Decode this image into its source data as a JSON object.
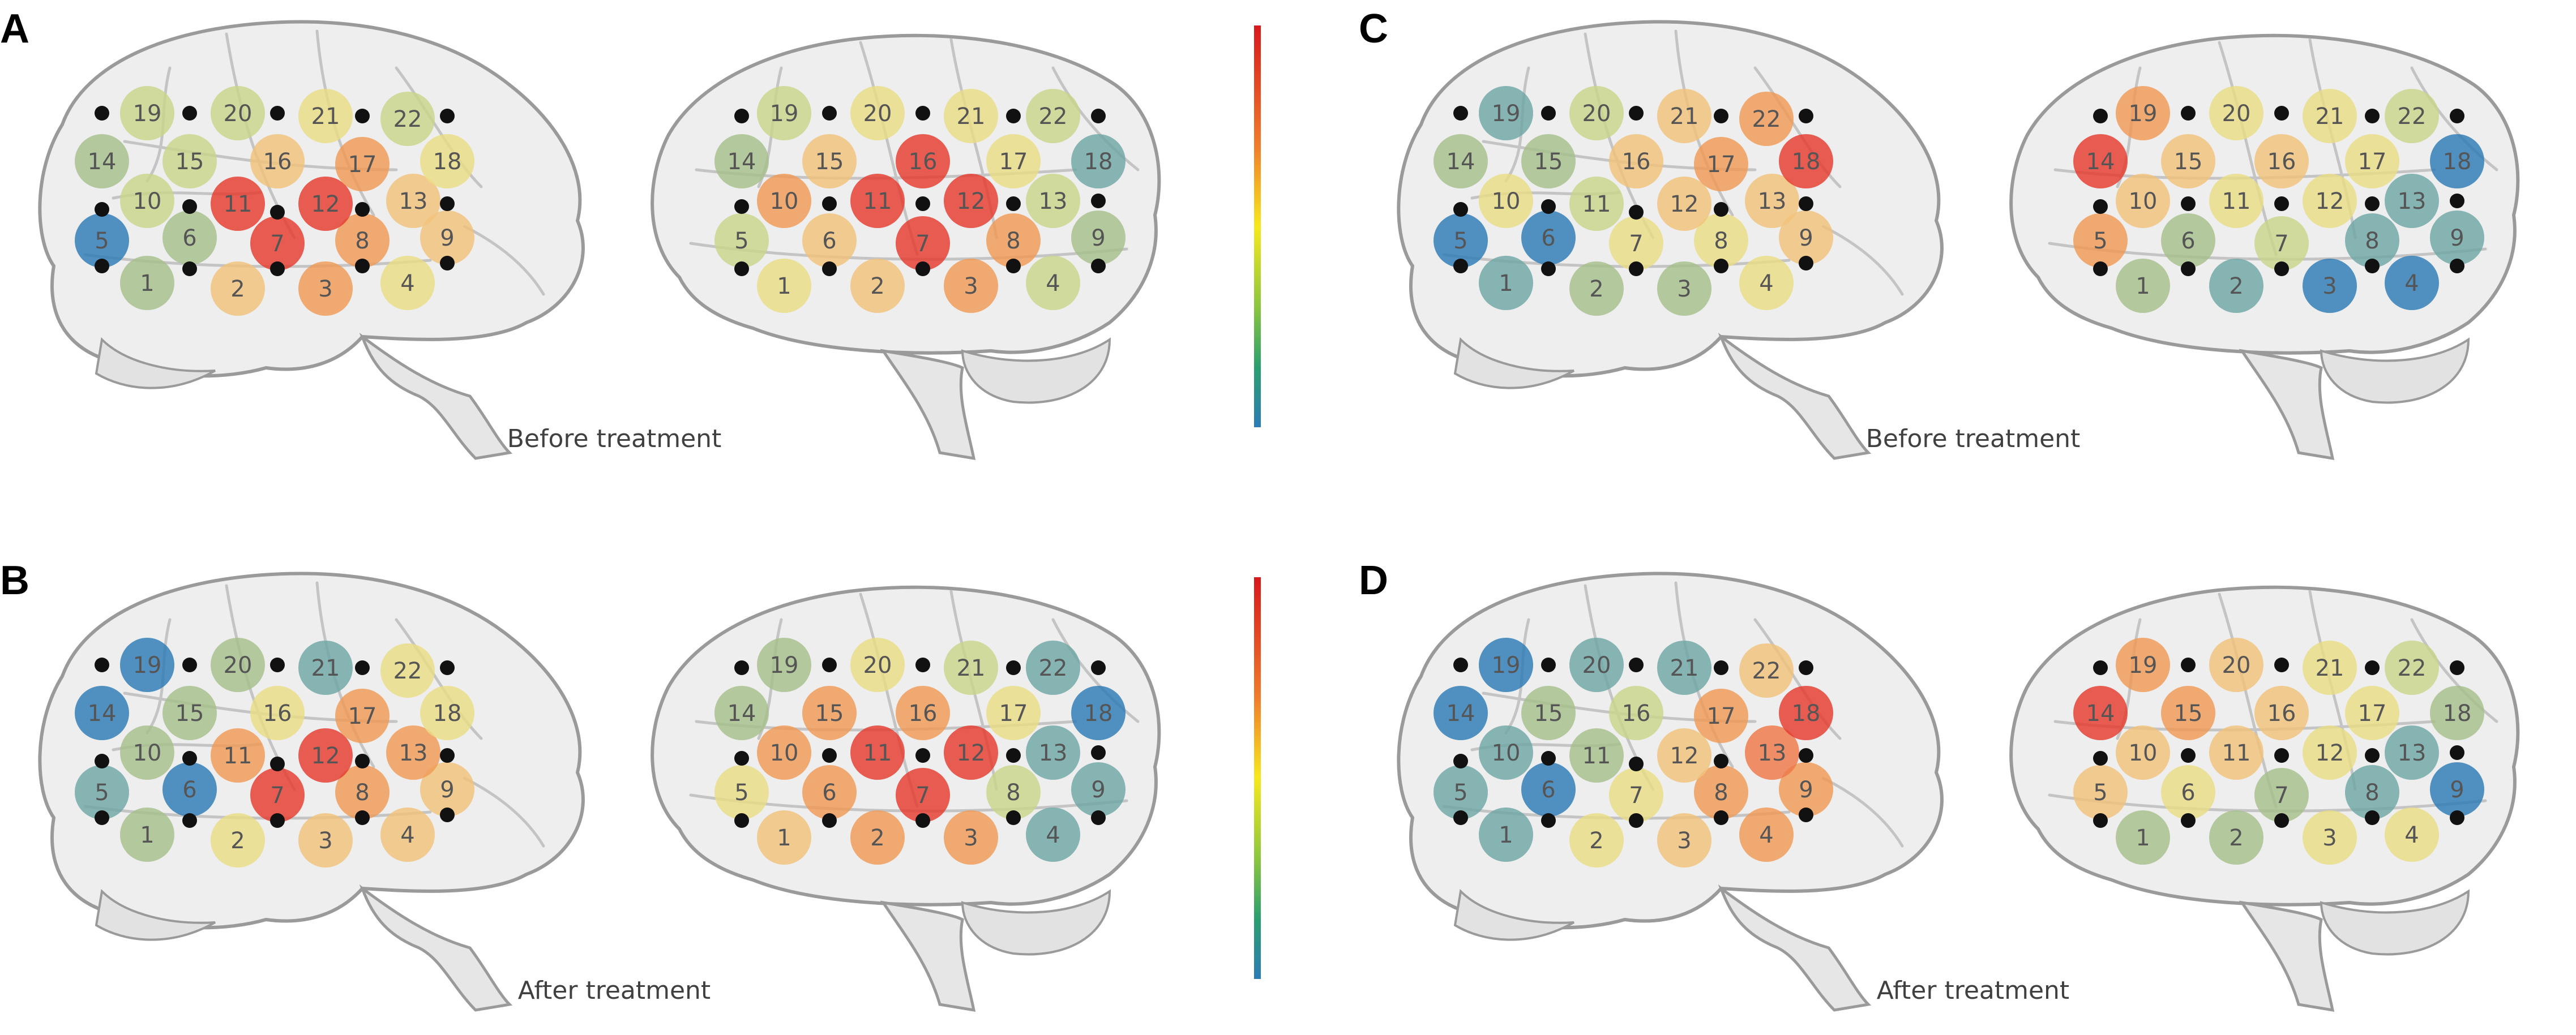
{
  "colors": {
    "blue": "#2c7bb6",
    "teal": "#6fa7a6",
    "green": "#a7c08c",
    "ygreen": "#c9d68a",
    "yellow": "#eadd85",
    "lorange": "#f2c27a",
    "orange": "#f09a55",
    "dorange": "#ee7848",
    "red": "#e53a2e",
    "electrode": "#111111",
    "brain_fill": "#eeeeee",
    "brain_stroke": "#9a9a9a",
    "colorbar": [
      "#d7191c",
      "#f07c2c",
      "#f7e81e",
      "#8cc63f",
      "#2b9f6e",
      "#2c7bb6"
    ]
  },
  "panels": [
    {
      "id": "A",
      "letter": "A",
      "caption": "Before treatment",
      "left": {
        "19": "ygreen",
        "20": "ygreen",
        "21": "yellow",
        "22": "ygreen",
        "14": "green",
        "15": "ygreen",
        "16": "lorange",
        "17": "orange",
        "18": "yellow",
        "10": "ygreen",
        "11": "red",
        "12": "red",
        "13": "lorange",
        "5": "blue",
        "6": "green",
        "7": "red",
        "8": "orange",
        "9": "lorange",
        "1": "green",
        "2": "lorange",
        "3": "orange",
        "4": "yellow"
      },
      "right": {
        "19": "ygreen",
        "20": "yellow",
        "21": "yellow",
        "22": "ygreen",
        "14": "green",
        "15": "lorange",
        "16": "red",
        "17": "yellow",
        "18": "teal",
        "10": "orange",
        "11": "red",
        "12": "red",
        "13": "ygreen",
        "5": "ygreen",
        "6": "lorange",
        "7": "red",
        "8": "orange",
        "9": "green",
        "1": "yellow",
        "2": "lorange",
        "3": "orange",
        "4": "ygreen"
      }
    },
    {
      "id": "B",
      "letter": "B",
      "caption": "After treatment",
      "left": {
        "19": "blue",
        "20": "green",
        "21": "teal",
        "22": "yellow",
        "14": "blue",
        "15": "green",
        "16": "yellow",
        "17": "orange",
        "18": "yellow",
        "10": "green",
        "11": "orange",
        "12": "red",
        "13": "orange",
        "5": "teal",
        "6": "blue",
        "7": "red",
        "8": "orange",
        "9": "lorange",
        "1": "green",
        "2": "yellow",
        "3": "lorange",
        "4": "lorange"
      },
      "right": {
        "19": "green",
        "20": "yellow",
        "21": "ygreen",
        "22": "teal",
        "14": "green",
        "15": "orange",
        "16": "orange",
        "17": "yellow",
        "18": "blue",
        "10": "orange",
        "11": "red",
        "12": "red",
        "13": "teal",
        "5": "yellow",
        "6": "orange",
        "7": "red",
        "8": "ygreen",
        "9": "teal",
        "1": "lorange",
        "2": "orange",
        "3": "orange",
        "4": "teal"
      }
    },
    {
      "id": "C",
      "letter": "C",
      "caption": "Before treatment",
      "left": {
        "19": "teal",
        "20": "ygreen",
        "21": "lorange",
        "22": "orange",
        "14": "green",
        "15": "green",
        "16": "lorange",
        "17": "orange",
        "18": "red",
        "10": "yellow",
        "11": "ygreen",
        "12": "lorange",
        "13": "lorange",
        "5": "blue",
        "6": "blue",
        "7": "yellow",
        "8": "yellow",
        "9": "lorange",
        "1": "teal",
        "2": "green",
        "3": "green",
        "4": "yellow"
      },
      "right": {
        "19": "orange",
        "20": "yellow",
        "21": "yellow",
        "22": "ygreen",
        "14": "red",
        "15": "lorange",
        "16": "lorange",
        "17": "yellow",
        "18": "blue",
        "10": "lorange",
        "11": "yellow",
        "12": "yellow",
        "13": "teal",
        "5": "orange",
        "6": "green",
        "7": "ygreen",
        "8": "teal",
        "9": "teal",
        "1": "green",
        "2": "teal",
        "3": "blue",
        "4": "blue"
      }
    },
    {
      "id": "D",
      "letter": "D",
      "caption": "After treatment",
      "left": {
        "19": "blue",
        "20": "teal",
        "21": "teal",
        "22": "lorange",
        "14": "blue",
        "15": "green",
        "16": "ygreen",
        "17": "orange",
        "18": "red",
        "10": "teal",
        "11": "green",
        "12": "lorange",
        "13": "dorange",
        "5": "teal",
        "6": "blue",
        "7": "yellow",
        "8": "orange",
        "9": "orange",
        "1": "teal",
        "2": "yellow",
        "3": "lorange",
        "4": "orange"
      },
      "right": {
        "19": "orange",
        "20": "lorange",
        "21": "yellow",
        "22": "ygreen",
        "14": "red",
        "15": "orange",
        "16": "lorange",
        "17": "yellow",
        "18": "green",
        "10": "lorange",
        "11": "lorange",
        "12": "yellow",
        "13": "teal",
        "5": "lorange",
        "6": "yellow",
        "7": "green",
        "8": "teal",
        "9": "blue",
        "1": "green",
        "2": "green",
        "3": "yellow",
        "4": "yellow"
      }
    }
  ]
}
